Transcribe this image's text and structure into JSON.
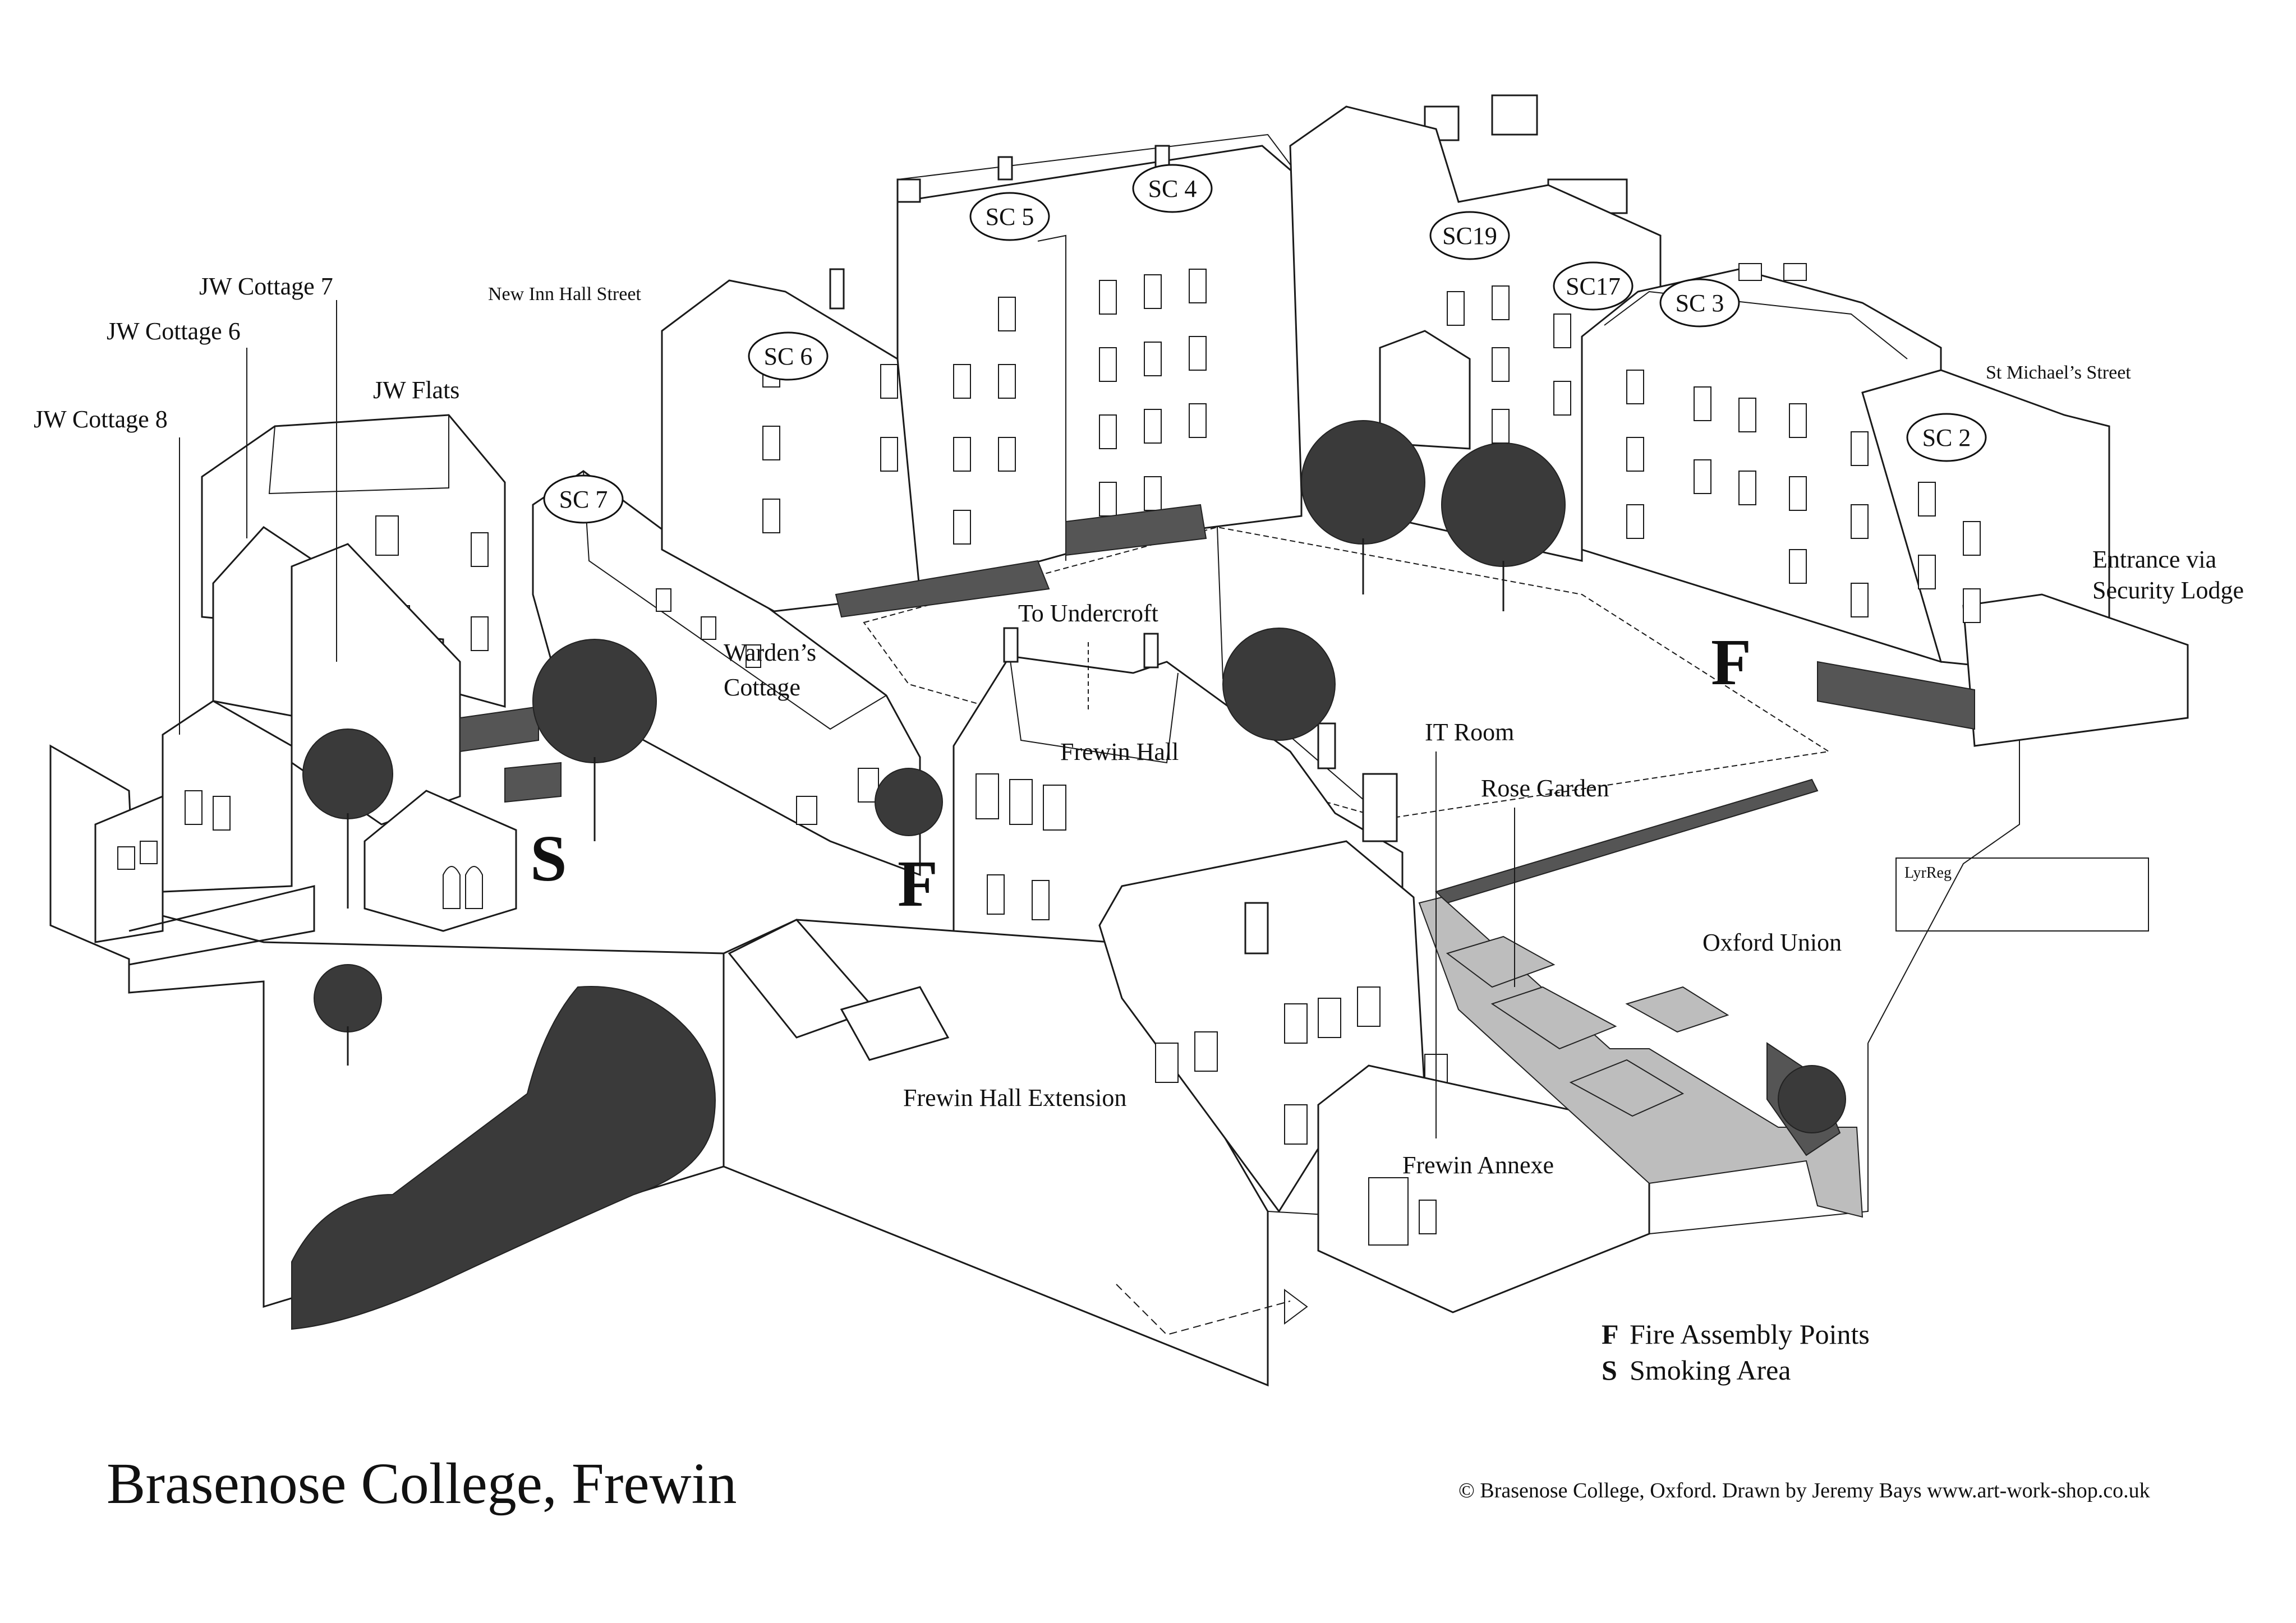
{
  "title": "Brasenose College, Frewin",
  "copyright": "© Brasenose College, Oxford. Drawn by Jeremy Bays www.art-work-shop.co.uk",
  "streets": {
    "new_inn_hall": "New Inn Hall Street",
    "st_michaels": "St Michael’s Street"
  },
  "staircases": {
    "sc2": "SC 2",
    "sc3": "SC 3",
    "sc4": "SC 4",
    "sc5": "SC 5",
    "sc6": "SC 6",
    "sc7": "SC 7",
    "sc17": "SC17",
    "sc19": "SC19"
  },
  "buildings": {
    "jw_cottage_7": "JW Cottage 7",
    "jw_cottage_6": "JW Cottage 6",
    "jw_cottage_8": "JW Cottage 8",
    "jw_flats": "JW Flats",
    "wardens_cottage_1": "Warden’s",
    "wardens_cottage_2": "Cottage",
    "to_undercroft": "To Undercroft",
    "frewin_hall": "Frewin Hall",
    "it_room": "IT Room",
    "rose_garden": "Rose Garden",
    "frewin_hall_extension": "Frewin Hall Extension",
    "frewin_annexe": "Frewin Annexe",
    "oxford_union": "Oxford Union",
    "entrance_1": "Entrance via",
    "entrance_2": "Security Lodge"
  },
  "markers": {
    "fire": "F",
    "smoking": "S"
  },
  "legend": {
    "fire_key": "F",
    "fire_label": "Fire Assembly Points",
    "smoking_key": "S",
    "smoking_label": "Smoking Area"
  },
  "inset_label": "LyrReg"
}
